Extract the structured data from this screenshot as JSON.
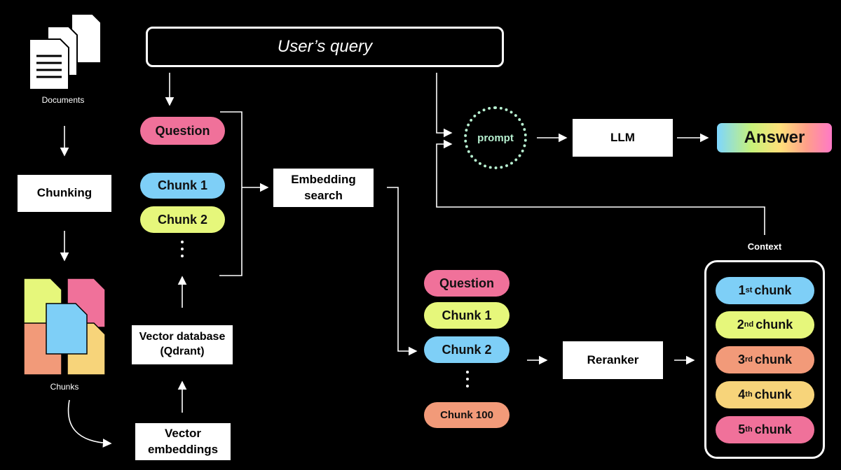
{
  "labels": {
    "documents": "Documents",
    "chunks": "Chunks",
    "context": "Context",
    "query": "User’s query",
    "prompt": "prompt"
  },
  "boxes": {
    "chunking": "Chunking",
    "embedding_search": "Embedding search",
    "vector_database": "Vector database (Qdrant)",
    "vector_embeddings": "Vector embeddings",
    "llm": "LLM",
    "reranker": "Reranker",
    "answer": "Answer"
  },
  "left_stack": [
    {
      "text": "Question",
      "color": "#f0719a"
    },
    {
      "text": "Chunk 1",
      "color": "#7ecff7"
    },
    {
      "text": "Chunk 2",
      "color": "#e6f77b"
    }
  ],
  "middle_stack": [
    {
      "text": "Question",
      "color": "#f0719a"
    },
    {
      "text": "Chunk 1",
      "color": "#e6f77b"
    },
    {
      "text": "Chunk 2",
      "color": "#7ecff7"
    },
    {
      "text": "Chunk 100",
      "color": "#f29a79"
    }
  ],
  "context_chunks": [
    {
      "num": "1",
      "sup": "st",
      "word": "chunk",
      "color": "#7ecff7"
    },
    {
      "num": "2",
      "sup": "nd",
      "word": "chunk",
      "color": "#e6f77b"
    },
    {
      "num": "3",
      "sup": "rd",
      "word": "chunk",
      "color": "#f29a79"
    },
    {
      "num": "4",
      "sup": "th",
      "word": "chunk",
      "color": "#f7d47a"
    },
    {
      "num": "5",
      "sup": "th",
      "word": "chunk",
      "color": "#f0719a"
    }
  ],
  "colors": {
    "background": "#000000",
    "prompt_ring": "#b7f0d0"
  }
}
